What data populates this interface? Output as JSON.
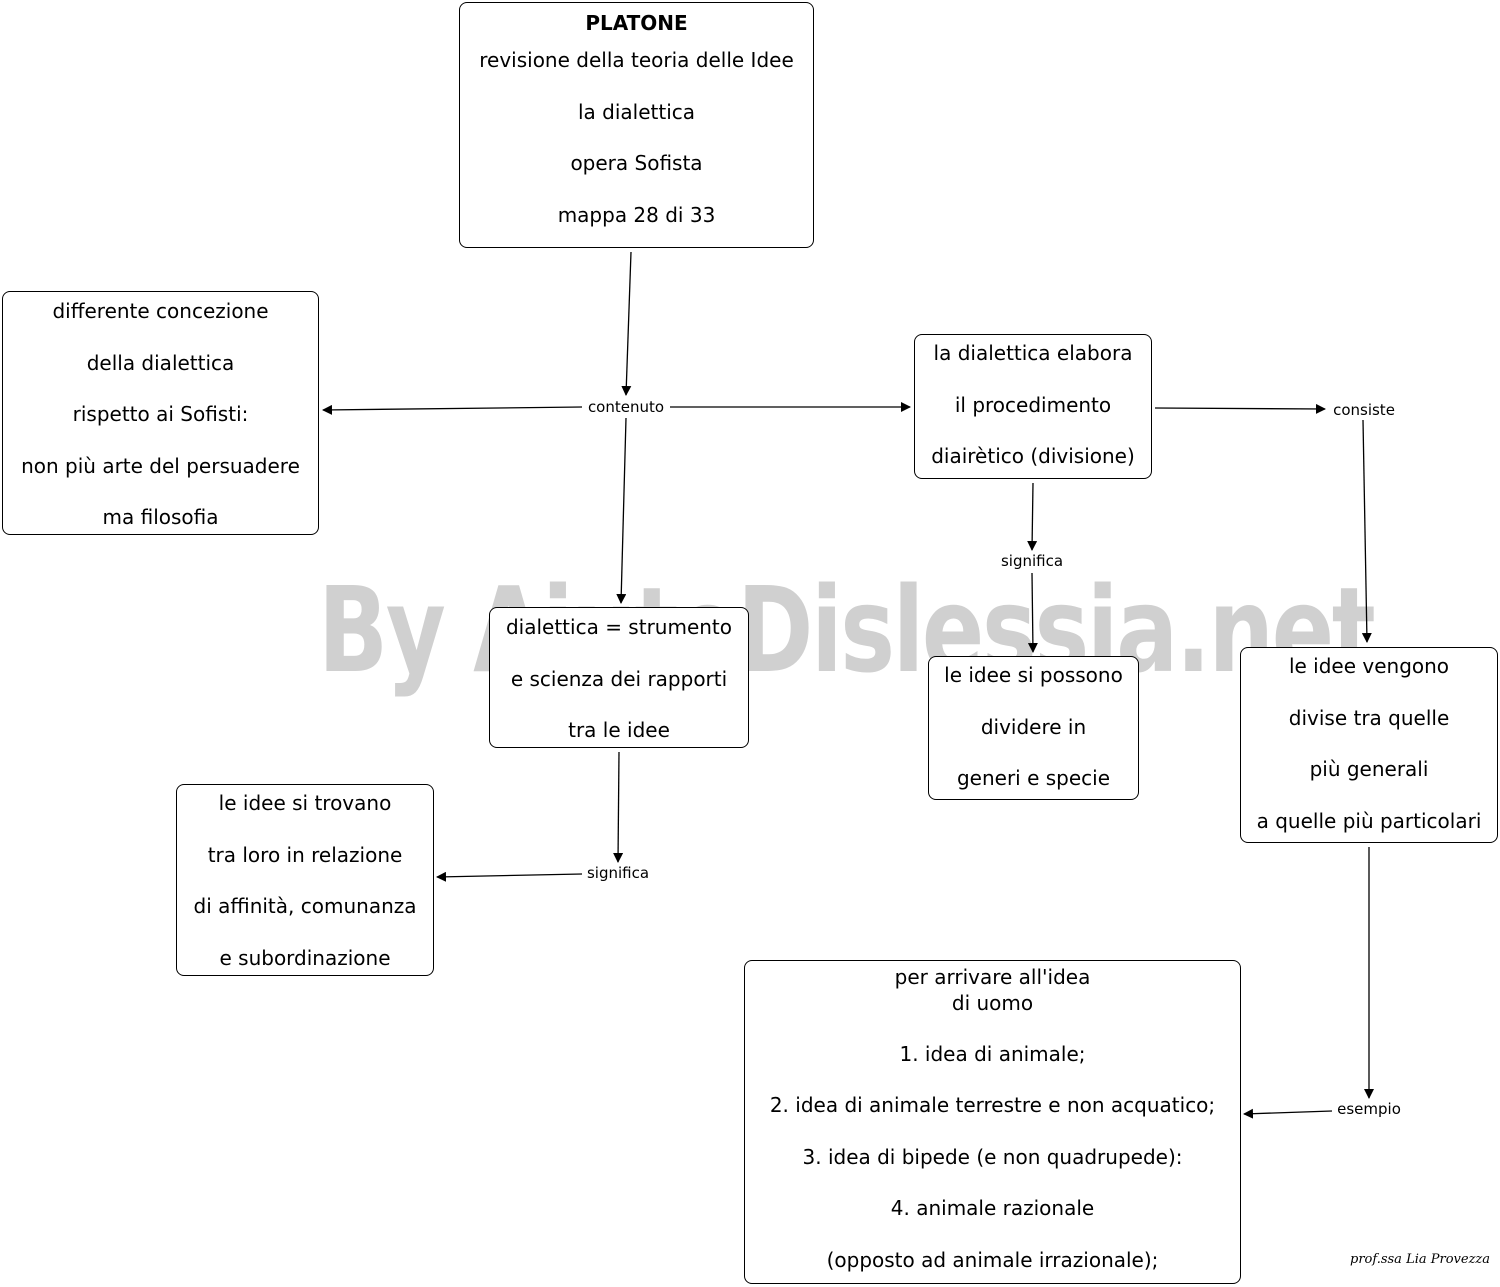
{
  "watermark": "By AiutoDislessia.net",
  "signature": "prof.ssa Lia Provezza",
  "nodes": {
    "title": {
      "lines": [
        "PLATONE",
        "revisione della teoria delle Idee",
        "la dialettica",
        "opera  Sofista",
        "mappa 28 di 33"
      ]
    },
    "concezione": {
      "lines": [
        "differente concezione",
        "della dialettica",
        "rispetto ai Sofisti:",
        "non più arte del persuadere",
        "ma filosofia"
      ]
    },
    "procedimento": {
      "lines": [
        "la dialettica elabora",
        "il procedimento",
        "diairètico (divisione)"
      ]
    },
    "strumento": {
      "lines": [
        "dialettica = strumento",
        "e scienza dei rapporti",
        "tra le idee"
      ]
    },
    "generi": {
      "lines": [
        "le idee si possono",
        "dividere in",
        "generi e specie"
      ]
    },
    "divise": {
      "lines": [
        "le idee vengono",
        "divise tra quelle",
        "più generali",
        "a quelle più particolari"
      ]
    },
    "relazione": {
      "lines": [
        "le idee si trovano",
        "tra loro in relazione",
        "di affinità, comunanza",
        "e subordinazione"
      ]
    },
    "uomo": {
      "lines": [
        "per arrivare all'idea",
        "di uomo",
        "",
        "1. idea di animale;",
        "",
        "2. idea di animale terrestre e non acquatico;",
        "",
        "3. idea di bipede (e non  quadrupede):",
        "",
        "4. animale razionale",
        "",
        "(opposto ad animale irrazionale);"
      ]
    }
  },
  "labels": {
    "contenuto": "contenuto",
    "consiste": "consiste",
    "significa1": "significa",
    "significa2": "significa",
    "esempio": "esempio"
  }
}
